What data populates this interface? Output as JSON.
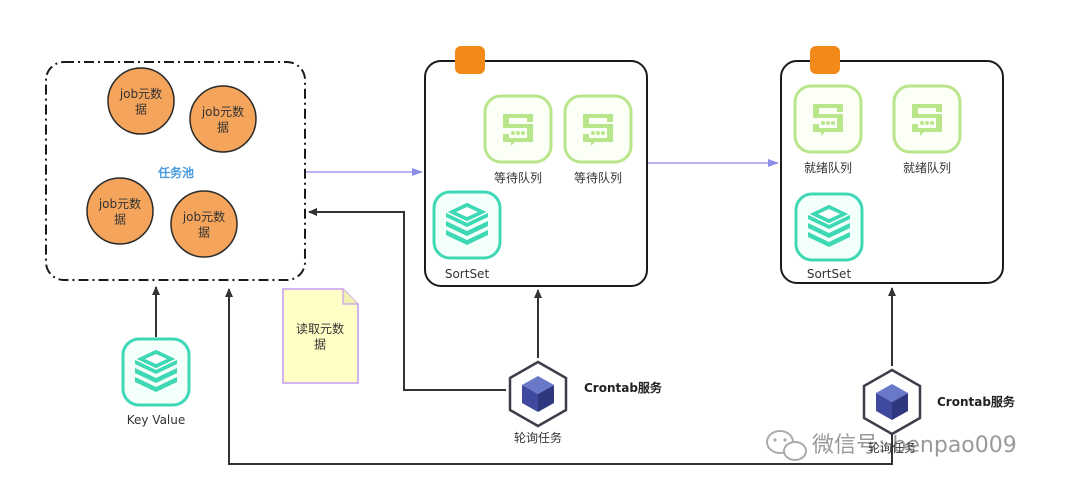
{
  "task_pool": {
    "title": "任务池",
    "jobs": [
      "job元数\n据",
      "job元数\n据",
      "job元数\n据",
      "job元数\n据"
    ]
  },
  "key_value": {
    "label": "Key Value"
  },
  "note": {
    "text": "读取元数\n据"
  },
  "wait_box": {
    "queues": [
      "等待队列",
      "等待队列"
    ],
    "sortset_label": "SortSet"
  },
  "ready_box": {
    "queues": [
      "就绪队列",
      "就绪队列"
    ],
    "sortset_label": "SortSet"
  },
  "crontab_left": {
    "title": "Crontab服务",
    "caption": "轮询任务"
  },
  "crontab_right": {
    "title": "Crontab服务",
    "caption": "轮询任务"
  },
  "watermark": {
    "text": "微信号: benpao009"
  },
  "colors": {
    "job_fill": "#f5a45b",
    "accent_orange": "#f28a1a",
    "queue_green": "#b9e58b",
    "redis_teal": "#3ed8b4",
    "arrow_purple": "#9d9cf0",
    "note_fill": "#ffffc6",
    "note_border": "#c69cf0",
    "pool_title": "#4a9ade"
  }
}
